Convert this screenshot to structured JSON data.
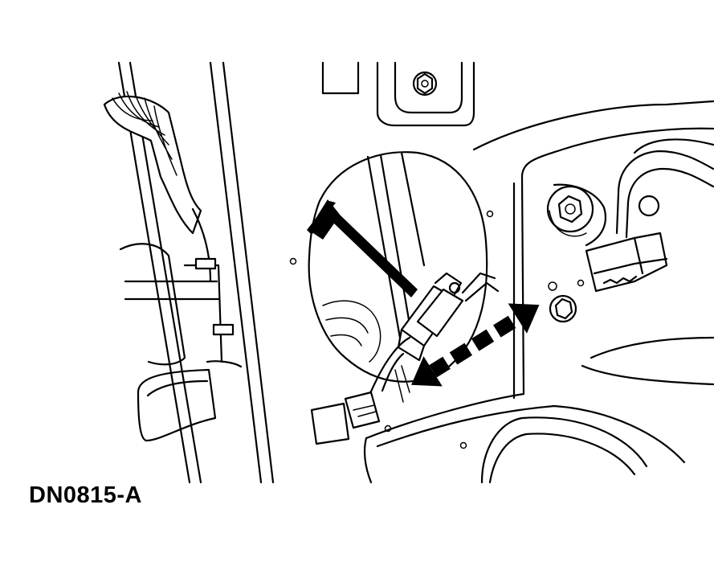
{
  "figure": {
    "id_label": "DN0815-A",
    "ink_color": "#000000",
    "background_color": "#ffffff"
  },
  "arrows": [
    {
      "name": "solid-pointer-arrow",
      "style": "solid"
    },
    {
      "name": "dashed-double-arrow",
      "style": "dashed"
    }
  ]
}
